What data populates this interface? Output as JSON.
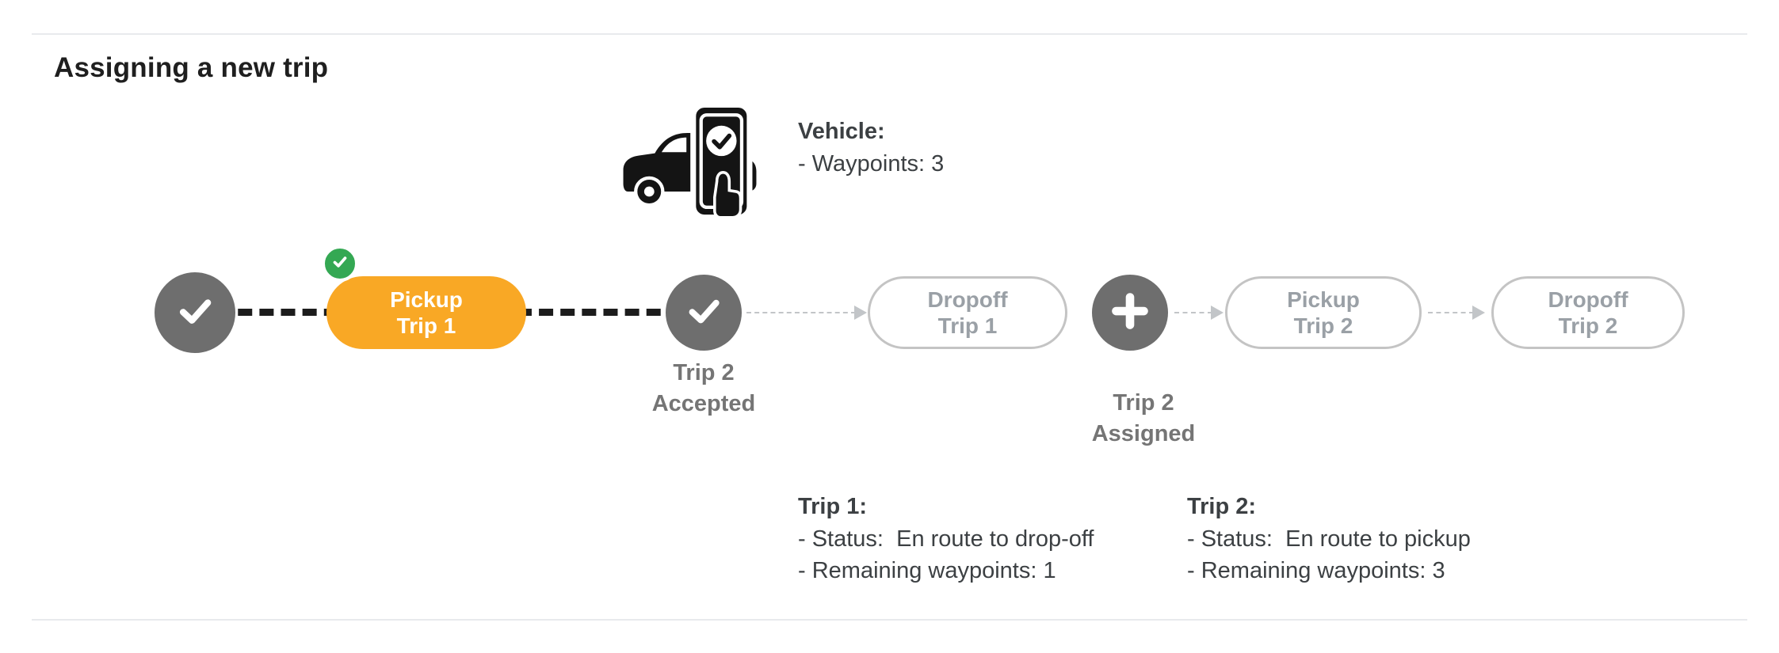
{
  "title": "Assigning a new trip",
  "vehicle": {
    "label": "Vehicle:",
    "waypoints_line": "- Waypoints: 3"
  },
  "nodes": {
    "start": {
      "icon": "check-icon"
    },
    "accepted": {
      "icon": "check-icon",
      "label_line1": "Trip 2",
      "label_line2": "Accepted"
    },
    "assigned": {
      "icon": "plus-icon",
      "label_line1": "Trip 2",
      "label_line2": "Assigned"
    }
  },
  "stops": {
    "pickup_trip1": {
      "line1": "Pickup",
      "line2": "Trip 1",
      "state": "active"
    },
    "dropoff_trip1": {
      "line1": "Dropoff",
      "line2": "Trip 1",
      "state": "upcoming"
    },
    "pickup_trip2": {
      "line1": "Pickup",
      "line2": "Trip 2",
      "state": "upcoming"
    },
    "dropoff_trip2": {
      "line1": "Dropoff",
      "line2": "Trip 2",
      "state": "upcoming"
    }
  },
  "trip1": {
    "title": "Trip 1:",
    "status_line": "- Status:  En route to drop-off",
    "waypoints_line": "- Remaining waypoints: 1"
  },
  "trip2": {
    "title": "Trip 2:",
    "status_line": "- Status:  En route to pickup",
    "waypoints_line": "- Remaining waypoints: 3"
  },
  "colors": {
    "active_stop_orange": "#f9a825",
    "completed_badge_green": "#34a853",
    "node_gray": "#6e6e6e",
    "pill_border_gray": "#c4c4c4",
    "muted_text_gray": "#757575",
    "dash_black": "#1c1c1c"
  }
}
